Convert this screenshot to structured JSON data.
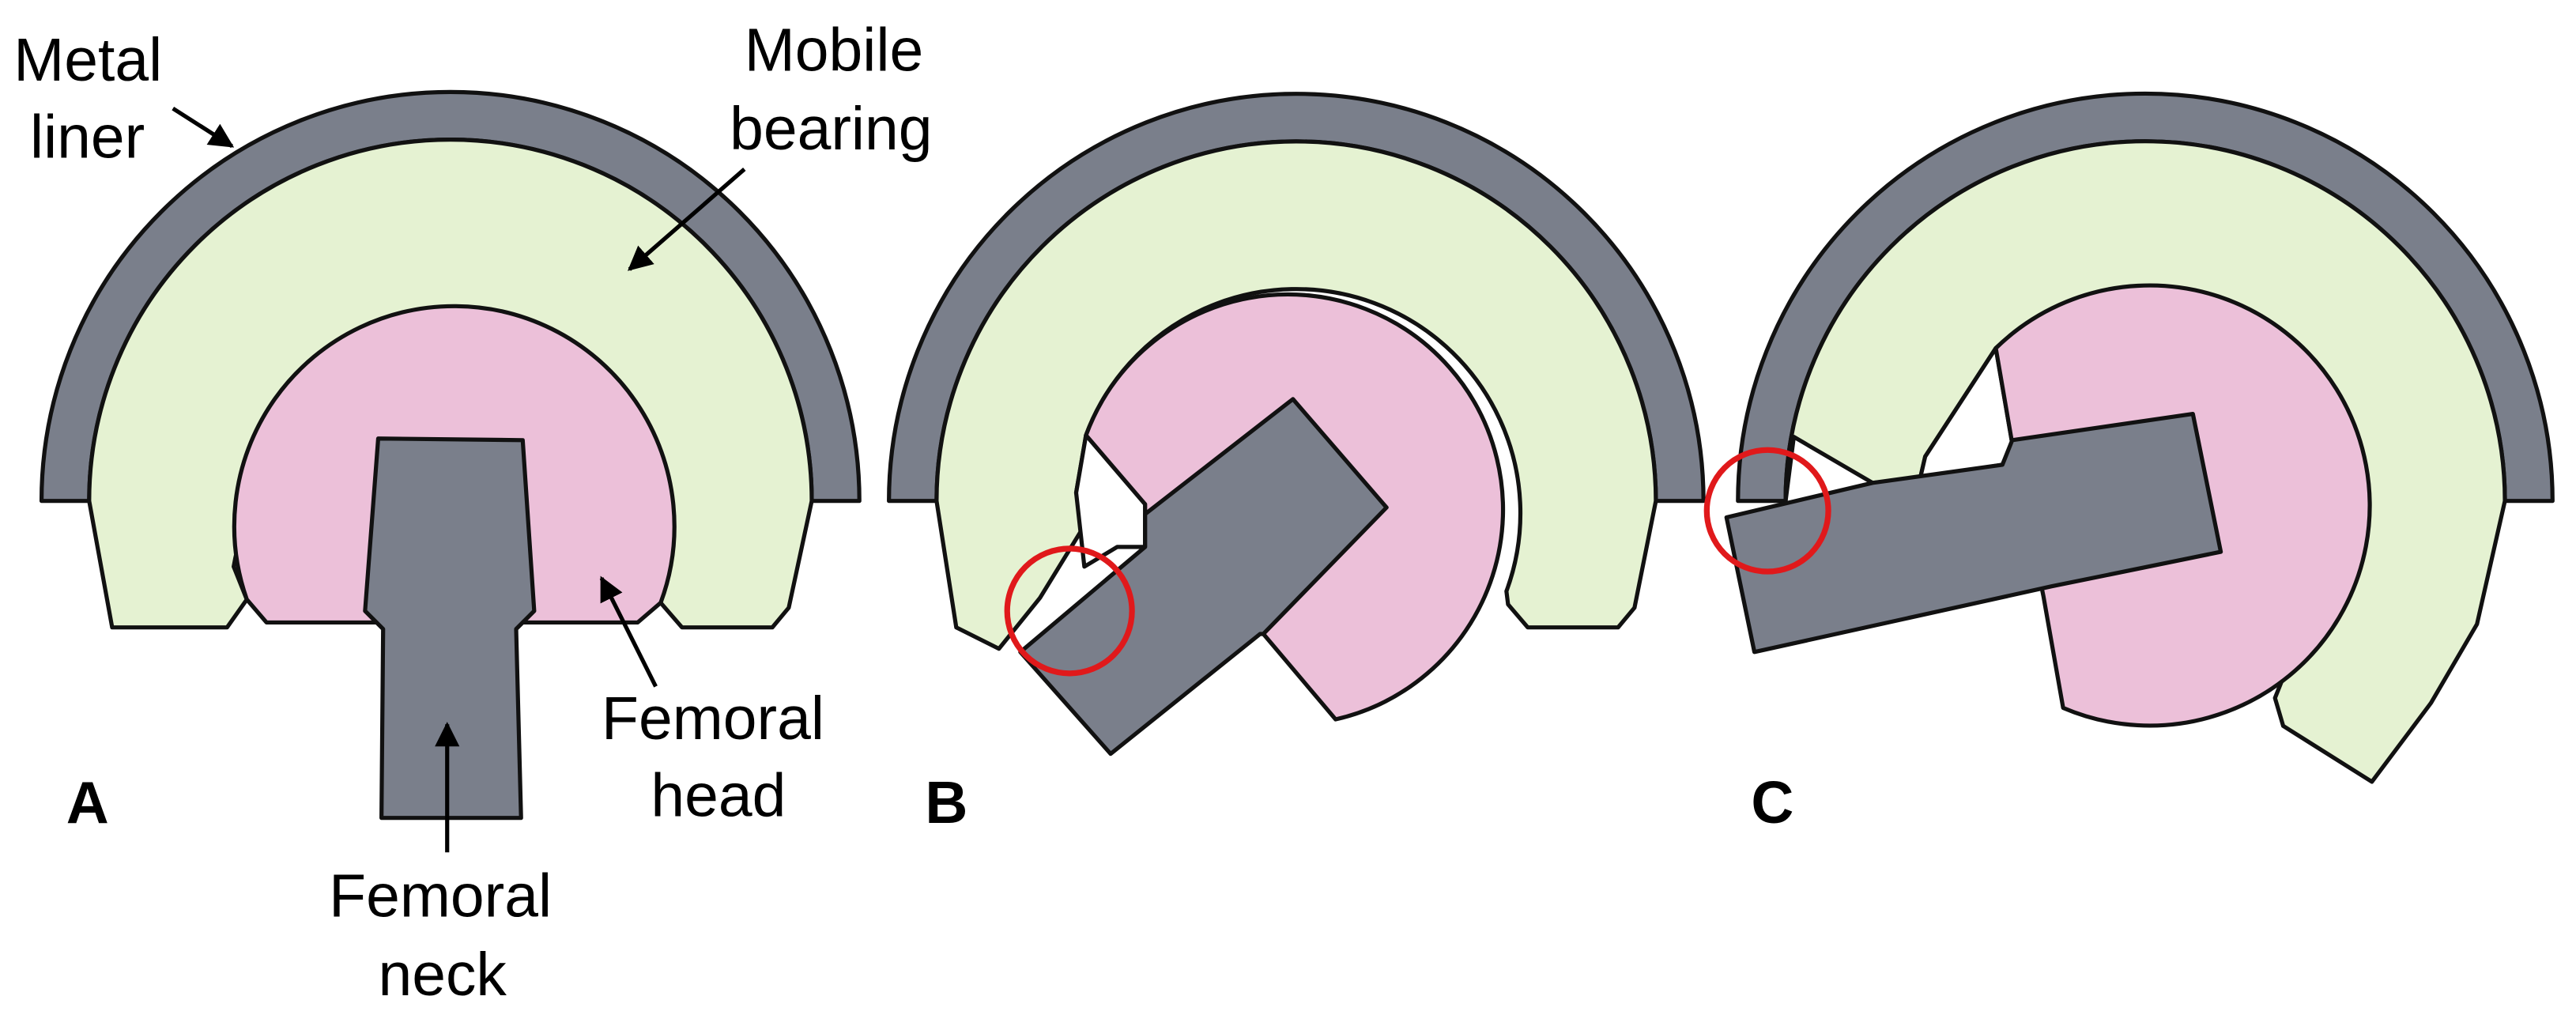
{
  "labels": {
    "metal_liner": [
      "Metal",
      "liner"
    ],
    "mobile_bearing": [
      "Mobile",
      "bearing"
    ],
    "femoral_head": [
      "Femoral",
      "head"
    ],
    "femoral_neck": [
      "Femoral",
      "neck"
    ]
  },
  "panels": [
    "A",
    "B",
    "C"
  ],
  "colors": {
    "metal": "#7a7f8b",
    "bearing": "#e5f2d2",
    "head": "#ecc0d9",
    "outline": "#111111",
    "highlight": "#e0191b"
  }
}
